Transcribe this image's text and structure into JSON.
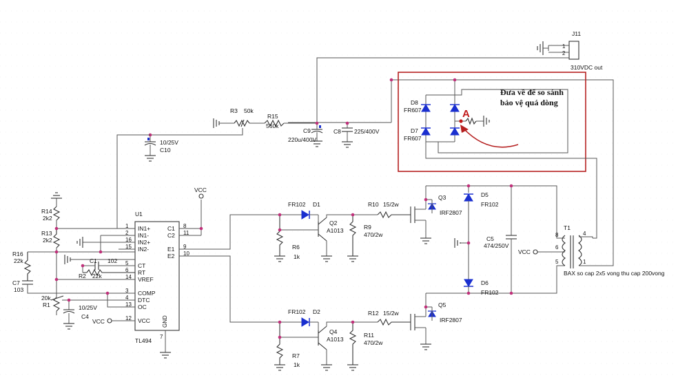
{
  "connector": {
    "ref": "J11",
    "pin1": "1",
    "pin2": "2",
    "label": "310VDC out"
  },
  "note": {
    "line1": "Đưa về để so sánh",
    "line2": "bảo vệ quá dòng",
    "marker": "A"
  },
  "ic": {
    "ref": "U1",
    "part": "TL494",
    "left_pins": [
      {
        "num": "1",
        "name": "IN1+"
      },
      {
        "num": "2",
        "name": "IN1-"
      },
      {
        "num": "16",
        "name": "IN2+"
      },
      {
        "num": "15",
        "name": "IN2-"
      },
      {
        "num": "5",
        "name": "CT"
      },
      {
        "num": "6",
        "name": "RT"
      },
      {
        "num": "14",
        "name": "VREF"
      },
      {
        "num": "3",
        "name": "COMP"
      },
      {
        "num": "4",
        "name": "DTC"
      },
      {
        "num": "13",
        "name": "OC"
      },
      {
        "num": "12",
        "name": "VCC"
      }
    ],
    "right_pins": [
      {
        "num": "8",
        "name": "C1"
      },
      {
        "num": "11",
        "name": "C2"
      },
      {
        "num": "9",
        "name": "E1"
      },
      {
        "num": "10",
        "name": "E2"
      }
    ],
    "gnd_pin": "7",
    "gnd_name": "GND"
  },
  "labels": {
    "R3": "R3",
    "R3_val": "50k",
    "R15": "R15",
    "R15_val": "560k",
    "C9": "C9",
    "C9_val": "220u/400V",
    "C8": "C8",
    "C8_val": "225/400V",
    "C10": "C10",
    "C10_val": "10/25V",
    "D8": "D8",
    "D8_part": "FR607",
    "D7": "D7",
    "D7_part": "FR607",
    "R14": "R14",
    "R14_val": "2k2",
    "R13": "R13",
    "R13_val": "2k2",
    "R16": "R16",
    "R16_val": "22k",
    "C7": "C7",
    "C7_val": "103",
    "R1": "R1",
    "R1_val": "20k",
    "C4": "C4",
    "C4_val": "10/25V",
    "C1": "C1",
    "C1_val": "102",
    "R2": "R2",
    "R2_val": "22k",
    "vcc": "VCC",
    "D1": "D1",
    "D1_part": "FR102",
    "D2": "D2",
    "D2_part": "FR102",
    "Q2": "Q2",
    "Q2_part": "A1013",
    "Q4": "Q4",
    "Q4_part": "A1013",
    "R6": "R6",
    "R6_val": "1k",
    "R7": "R7",
    "R7_val": "1k",
    "R9": "R9",
    "R9_val": "470/2w",
    "R11": "R11",
    "R11_val": "470/2w",
    "R10": "R10",
    "R10_val": "15/2w",
    "R12": "R12",
    "R12_val": "15/2w",
    "Q3": "Q3",
    "Q3_part": "IRF2807",
    "Q5": "Q5",
    "Q5_part": "IRF2807",
    "D5": "D5",
    "D5_part": "FR102",
    "D6": "D6",
    "D6_part": "FR102",
    "C5": "C5",
    "C5_val": "474/250V",
    "T1": "T1",
    "T1_pins": [
      "8",
      "6",
      "5",
      "4",
      "1"
    ],
    "T1_desc": "BAX so cap 2x5 vong thu cap 200vong"
  }
}
